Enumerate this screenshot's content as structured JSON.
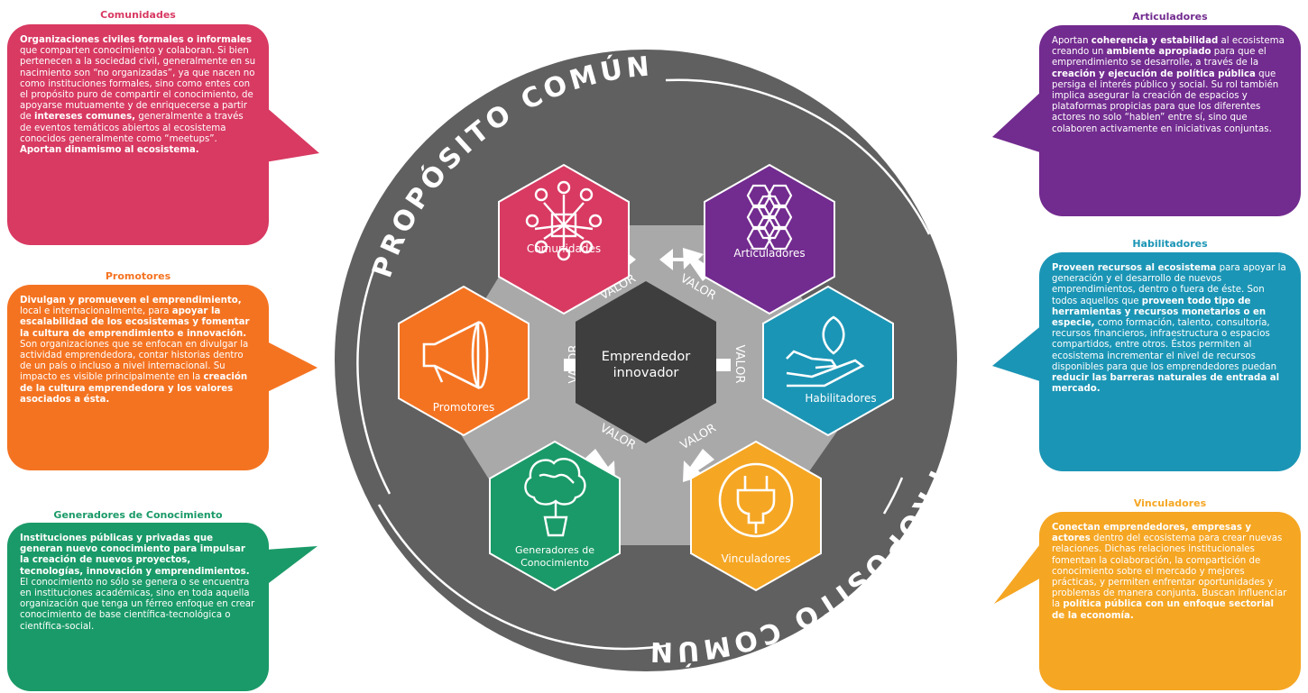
{
  "colors": {
    "comunidades": "#d83a62",
    "promotores": "#f47321",
    "generadores": "#1a9a68",
    "articuladores": "#722b8f",
    "habilitadores": "#1b95b5",
    "vinculadores": "#f5a623",
    "ring": "#606060",
    "inner": "#a9a9a9",
    "center": "#3e3e3e"
  },
  "ring": {
    "top_text": "PROPÓSITO COMÚN",
    "bottom_text": "PROPÓSITO COMÚN"
  },
  "center": {
    "line1": "Emprendedor",
    "line2": "innovador"
  },
  "valor_label": "VALOR",
  "hexagons": {
    "comunidades": "Comunidades",
    "articuladores": "Articuladores",
    "promotores": "Promotores",
    "habilitadores": "Habilitadores",
    "generadores_line1": "Generadores de",
    "generadores_line2": "Conocimiento",
    "vinculadores": "Vinculadores"
  },
  "panels": {
    "comunidades": {
      "title": "Comunidades",
      "segments": [
        {
          "t": "Organizaciones civiles formales o informales",
          "b": true
        },
        {
          "t": " que comparten conocimiento y colaboran. Si bien pertenecen a la sociedad civil, generalmente en su nacimiento son “no organizadas”, ya que nacen no como instituciones formales, sino como entes con el propósito puro de compartir el conocimiento, de apoyarse mutuamente y de enriquecerse a partir de ",
          "b": false
        },
        {
          "t": "intereses comunes,",
          "b": true
        },
        {
          "t": " generalmente a través de eventos temáticos abiertos al ecosistema conocidos generalmente como “meetups”. ",
          "b": false
        },
        {
          "t": "Aportan dinamismo al ecosistema.",
          "b": true
        }
      ]
    },
    "promotores": {
      "title": "Promotores",
      "segments": [
        {
          "t": "Divulgan y promueven el emprendimiento,",
          "b": true
        },
        {
          "t": " local e internacionalmente, para ",
          "b": false
        },
        {
          "t": "apoyar la escalabilidad de los ecosistemas y fomentar la cultura de emprendimiento e innovación.",
          "b": true
        },
        {
          "t": " Son organizaciones que se enfocan en divulgar la actividad emprendedora, contar historias dentro de un país o incluso a nivel internacional. Su impacto es visible principalmente en la ",
          "b": false
        },
        {
          "t": "creación de la cultura emprendedora y los valores asociados a ésta.",
          "b": true
        }
      ]
    },
    "generadores": {
      "title": "Generadores de Conocimiento",
      "segments": [
        {
          "t": "Instituciones públicas y privadas que generan nuevo conocimiento para impulsar la creación de nuevos proyectos, tecnologías, innovación y emprendimientos.",
          "b": true
        },
        {
          "t": " El conocimiento no sólo se genera o se encuentra en instituciones académicas, sino en toda aquella organización que tenga un férreo enfoque en crear conocimiento de base científica-tecnológica o científica-social.",
          "b": false
        }
      ]
    },
    "articuladores": {
      "title": "Articuladores",
      "segments": [
        {
          "t": "Aportan ",
          "b": false
        },
        {
          "t": "coherencia y estabilidad",
          "b": true
        },
        {
          "t": " al ecosistema creando un ",
          "b": false
        },
        {
          "t": "ambiente apropiado",
          "b": true
        },
        {
          "t": " para que el emprendimiento se desarrolle, a través de la ",
          "b": false
        },
        {
          "t": "creación y ejecución de política pública",
          "b": true
        },
        {
          "t": " que persiga el interés público y social. Su rol también implica asegurar la creación de espacios y plataformas propicias para que los diferentes actores no solo “hablen” entre sí, sino que colaboren activamente en iniciativas conjuntas.",
          "b": false
        }
      ]
    },
    "habilitadores": {
      "title": "Habilitadores",
      "segments": [
        {
          "t": "Proveen recursos al ecosistema",
          "b": true
        },
        {
          "t": " para apoyar la generación y el desarrollo de nuevos emprendimientos, dentro o fuera de éste. Son todos aquellos que ",
          "b": false
        },
        {
          "t": "proveen todo tipo de herramientas y recursos monetarios o en especie,",
          "b": true
        },
        {
          "t": " como formación, talento, consultoría, recursos financieros, infraestructura o espacios compartidos, entre otros. Éstos permiten al ecosistema incrementar el nivel de recursos disponibles para que los emprendedores puedan ",
          "b": false
        },
        {
          "t": "reducir las barreras naturales de entrada al mercado.",
          "b": true
        }
      ]
    },
    "vinculadores": {
      "title": "Vinculadores",
      "segments": [
        {
          "t": "Conectan emprendedores, empresas y actores",
          "b": true
        },
        {
          "t": " dentro del ecosistema para crear nuevas relaciones. Dichas relaciones institucionales fomentan la colaboración, la compartición de conocimiento sobre el mercado y mejores prácticas, y permiten enfrentar oportunidades y problemas de manera conjunta. Buscan influenciar la ",
          "b": false
        },
        {
          "t": "política pública con un enfoque sectorial de la economía.",
          "b": true
        }
      ]
    }
  }
}
